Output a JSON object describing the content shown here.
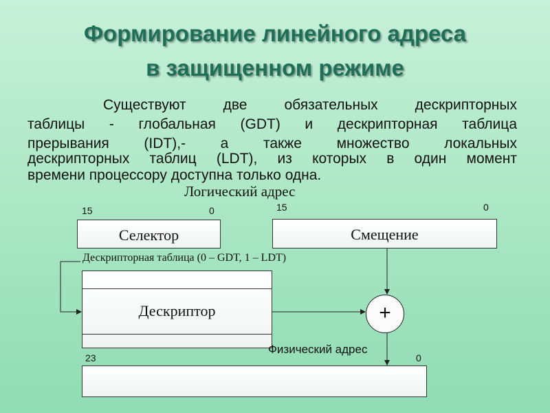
{
  "title": {
    "line1": "Формирование линейного адреса",
    "line2": "в защищенном режиме"
  },
  "paragraph": {
    "lines": [
      "Существуют две обязательных дескрипторных",
      "таблицы - глобальная (GDT) и дескрипторная таблица",
      "прерывания (IDT),- а также множество локальных",
      "дескрипторных таблиц (LDT), из которых в один момент",
      "времени процессору доступна только одна."
    ]
  },
  "diagram": {
    "logical_address_label": "Логический адрес",
    "selector": {
      "label": "Селектор",
      "bit_high": "15",
      "bit_low": "0"
    },
    "offset": {
      "label": "Смещение",
      "bit_high": "15",
      "bit_low": "0"
    },
    "descriptor_table_label": "Дескрипторная таблица (0 – GDT, 1 – LDT)",
    "descriptor_label": "Дескриптор",
    "adder_symbol": "+",
    "physical_address_label": "Физический адрес",
    "physical": {
      "bit_high": "23",
      "bit_low": "0"
    }
  }
}
